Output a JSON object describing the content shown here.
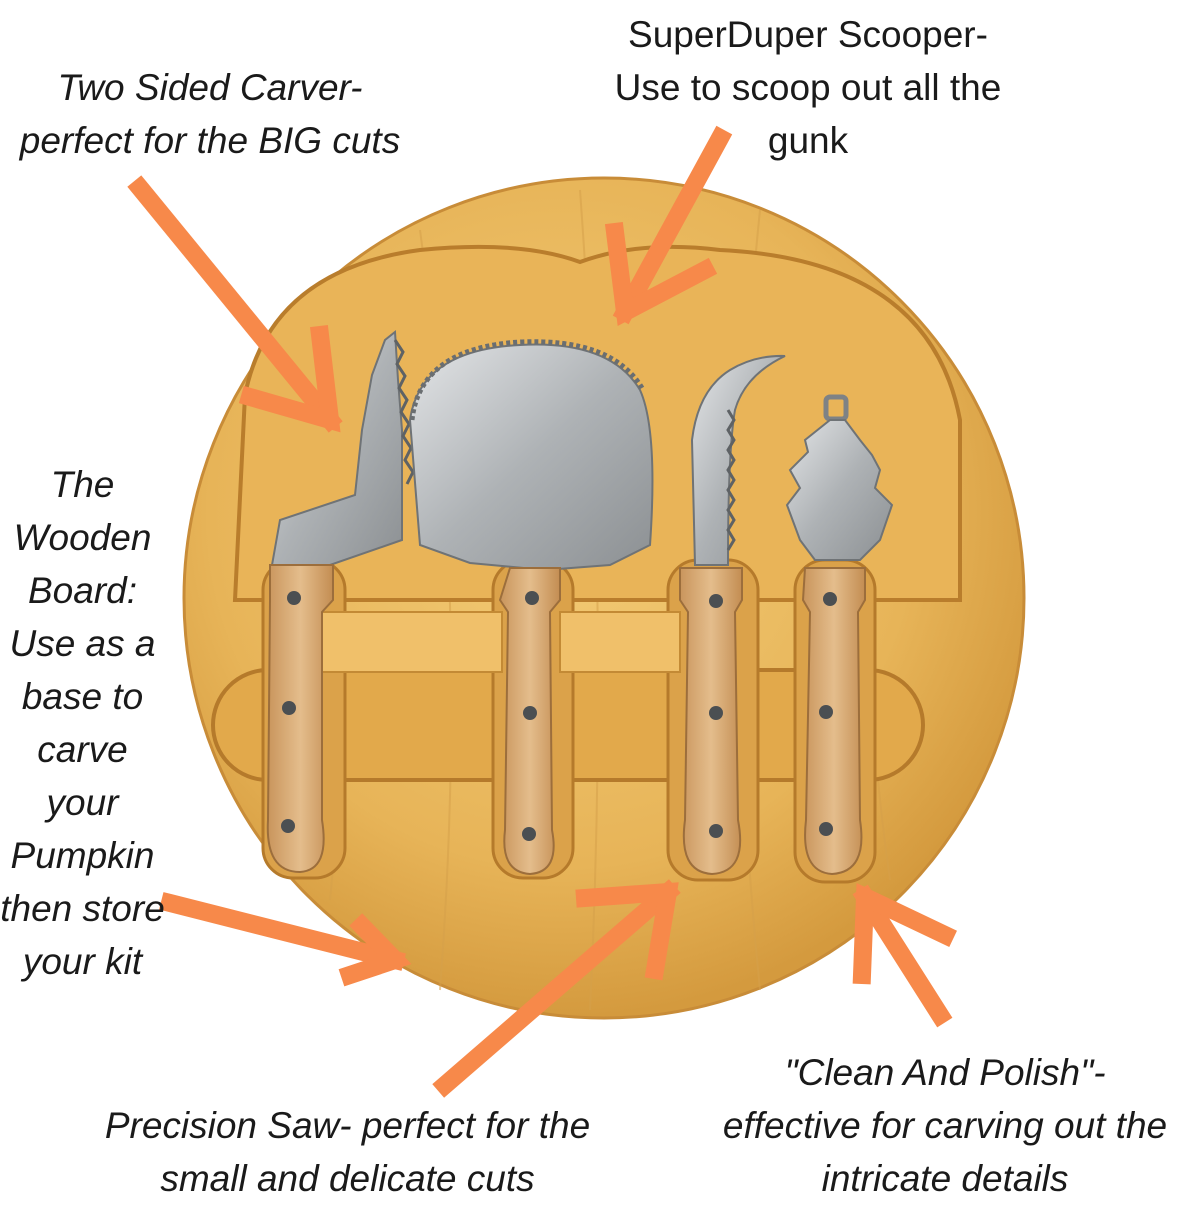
{
  "labels": {
    "carver": {
      "lines": [
        "Two Sided Carver-",
        "perfect for the BIG cuts"
      ]
    },
    "scooper": {
      "lines": [
        "SuperDuper Scooper-",
        "Use to scoop out all the",
        "gunk"
      ]
    },
    "board": {
      "lines": [
        "The",
        "Wooden",
        "Board:",
        "Use as a",
        "base to",
        "carve",
        "your",
        "Pumpkin",
        "then store",
        "your kit"
      ]
    },
    "saw": {
      "lines": [
        "Precision Saw- perfect for the",
        "small and delicate cuts"
      ]
    },
    "polish": {
      "lines": [
        "\"Clean And Polish\"-",
        "effective for carving out the",
        "intricate details"
      ]
    }
  },
  "colors": {
    "arrow": "#f7894a",
    "wood_light": "#f0c46a",
    "wood_mid": "#e2ab4c",
    "wood_dark": "#c98a33",
    "handle": "#d9ad7a",
    "steel": "#b9bcbf",
    "text": "#1a1a1a"
  }
}
